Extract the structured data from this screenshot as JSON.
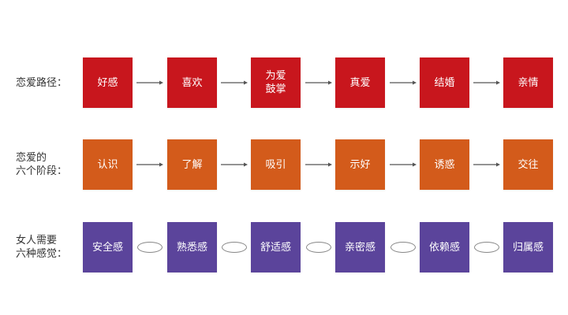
{
  "colors": {
    "row1": "#c8161d",
    "row2": "#d35b1b",
    "row3": "#5b449b",
    "connector": "#555555",
    "label": "#333333"
  },
  "rows": [
    {
      "label": "恋爱路径：",
      "connector": "arrow-icon",
      "steps": [
        "好感",
        "喜欢",
        "为爱\n鼓掌",
        "真爱",
        "结婚",
        "亲情"
      ]
    },
    {
      "label": "恋爱的\n六个阶段：",
      "connector": "arrow-icon",
      "steps": [
        "认识",
        "了解",
        "吸引",
        "示好",
        "诱惑",
        "交往"
      ]
    },
    {
      "label": "女人需要\n六种感觉：",
      "connector": "ellipse-icon",
      "steps": [
        "安全感",
        "熟悉感",
        "舒适感",
        "亲密感",
        "依赖感",
        "归属感"
      ]
    }
  ]
}
